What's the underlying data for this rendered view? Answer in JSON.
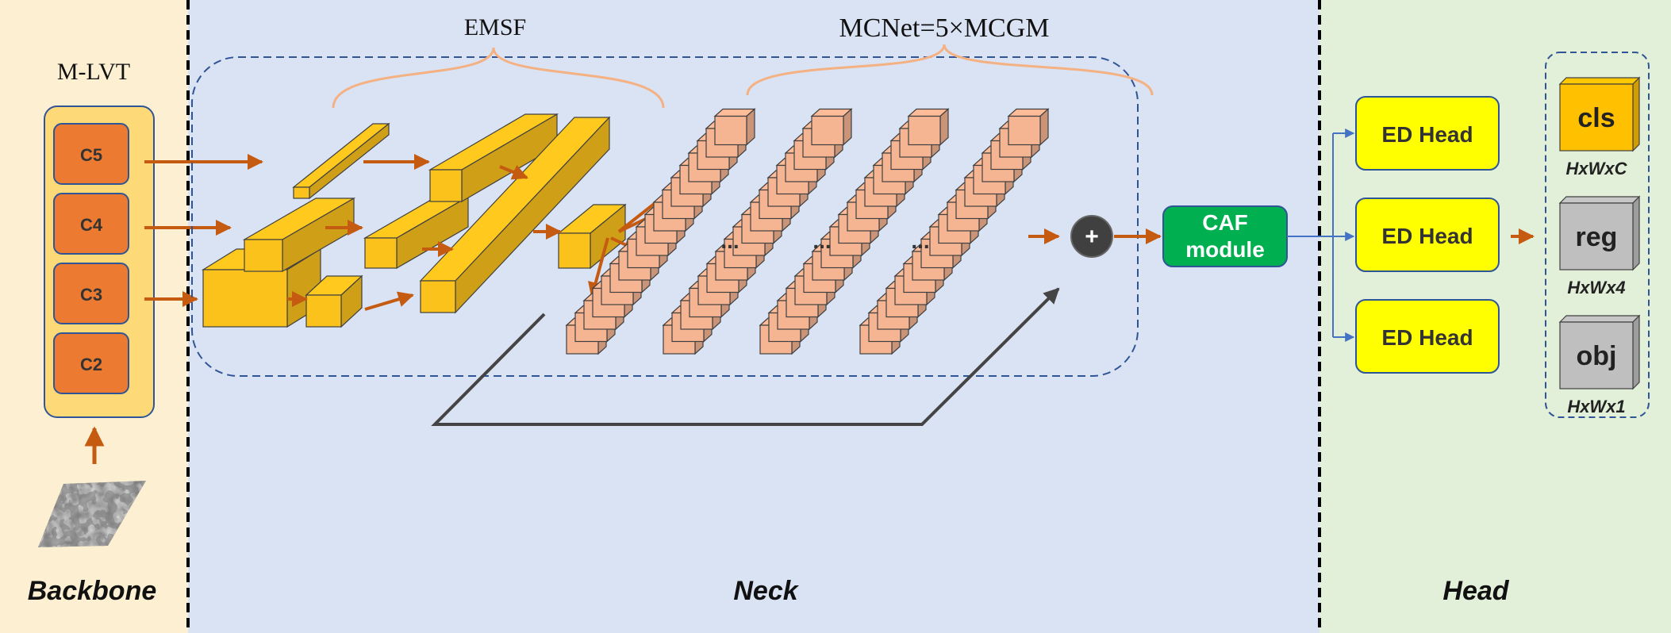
{
  "sections": {
    "backbone": "Backbone",
    "neck": "Neck",
    "head": "Head"
  },
  "backbone": {
    "title": "M-LVT",
    "levels": [
      "C5",
      "C4",
      "C3",
      "C2"
    ]
  },
  "neck": {
    "emsf_label": "EMSF",
    "mcnet_label": "MCNet=5×MCGM",
    "ellipsis": "...",
    "sum_symbol": "+",
    "caf_line1": "CAF",
    "caf_line2": "module"
  },
  "head": {
    "ed_head_label": "ED Head",
    "outputs": [
      {
        "label": "cls",
        "dims": "HxWxC"
      },
      {
        "label": "reg",
        "dims": "HxWx4"
      },
      {
        "label": "obj",
        "dims": "HxWx1"
      }
    ]
  },
  "colors": {
    "backbone_bg": "#fdf0d2",
    "neck_bg": "#dae3f4",
    "head_bg": "#e2efd9",
    "level_box": "#ec7b31",
    "feature_block": "#fbc21c",
    "mcgm_cube": "#f5b592",
    "arrow_orange": "#c55a11",
    "ed_head": "#ffff00",
    "caf": "#00b050",
    "connector_blue": "#4472c4"
  }
}
